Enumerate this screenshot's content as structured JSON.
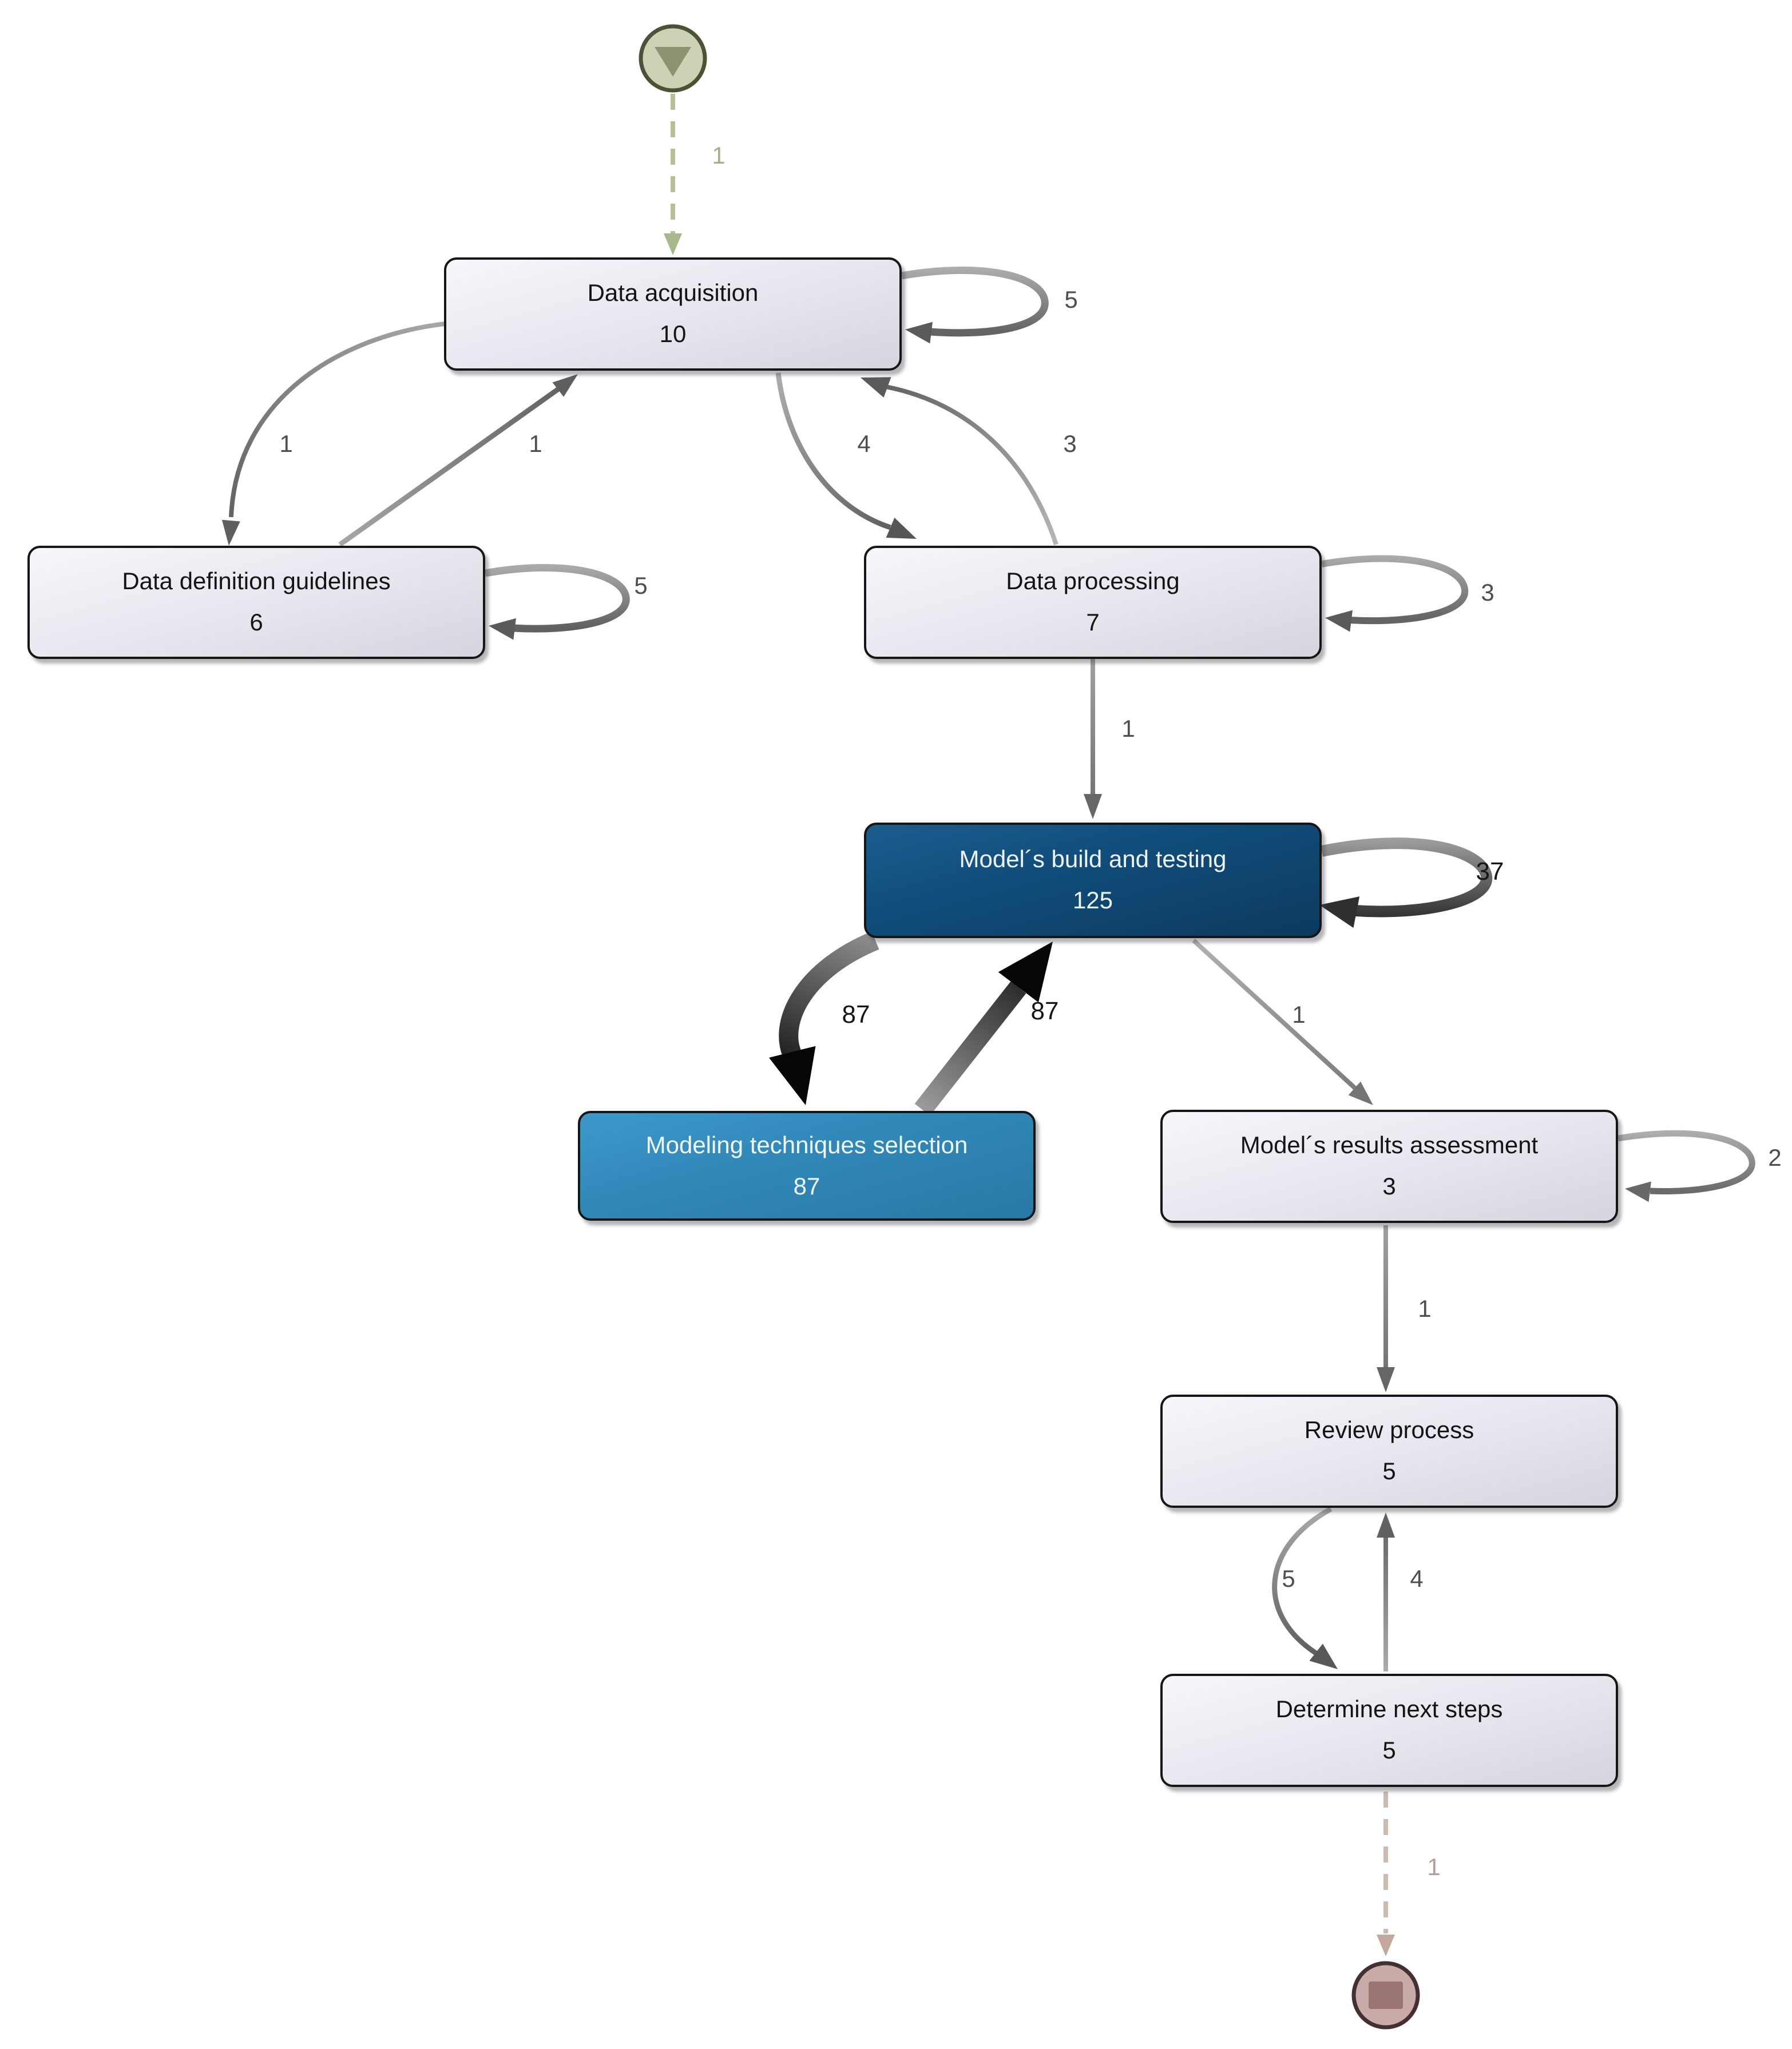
{
  "diagram": {
    "kind": "process-map",
    "start_marker_icon": "start-play-triangle-icon",
    "end_marker_icon": "end-stop-square-icon"
  },
  "nodes": [
    {
      "id": "data-acquisition",
      "label": "Data acquisition",
      "count": "10",
      "style": "default"
    },
    {
      "id": "data-definition-guidelines",
      "label": "Data definition guidelines",
      "count": "6",
      "style": "default"
    },
    {
      "id": "data-processing",
      "label": "Data processing",
      "count": "7",
      "style": "default"
    },
    {
      "id": "models-build-and-testing",
      "label": "Model´s build and testing",
      "count": "125",
      "style": "dark-blue"
    },
    {
      "id": "modeling-techniques-selection",
      "label": "Modeling techniques selection",
      "count": "87",
      "style": "mid-blue"
    },
    {
      "id": "models-results-assessment",
      "label": "Model´s results assessment",
      "count": "3",
      "style": "default"
    },
    {
      "id": "review-process",
      "label": "Review process",
      "count": "5",
      "style": "default"
    },
    {
      "id": "determine-next-steps",
      "label": "Determine next steps",
      "count": "5",
      "style": "default"
    }
  ],
  "edges": [
    {
      "from": "start",
      "to": "data-acquisition",
      "label": "1",
      "type": "start-dashed"
    },
    {
      "from": "data-acquisition",
      "to": "data-acquisition",
      "label": "5",
      "type": "self-loop"
    },
    {
      "from": "data-acquisition",
      "to": "data-definition-guidelines",
      "label": "1",
      "type": "normal"
    },
    {
      "from": "data-definition-guidelines",
      "to": "data-acquisition",
      "label": "1",
      "type": "normal"
    },
    {
      "from": "data-definition-guidelines",
      "to": "data-definition-guidelines",
      "label": "5",
      "type": "self-loop"
    },
    {
      "from": "data-acquisition",
      "to": "data-processing",
      "label": "4",
      "type": "normal"
    },
    {
      "from": "data-processing",
      "to": "data-acquisition",
      "label": "3",
      "type": "normal"
    },
    {
      "from": "data-processing",
      "to": "data-processing",
      "label": "3",
      "type": "self-loop"
    },
    {
      "from": "data-processing",
      "to": "models-build-and-testing",
      "label": "1",
      "type": "normal"
    },
    {
      "from": "models-build-and-testing",
      "to": "models-build-and-testing",
      "label": "37",
      "type": "self-loop"
    },
    {
      "from": "models-build-and-testing",
      "to": "modeling-techniques-selection",
      "label": "87",
      "type": "heavy"
    },
    {
      "from": "modeling-techniques-selection",
      "to": "models-build-and-testing",
      "label": "87",
      "type": "heavy"
    },
    {
      "from": "models-build-and-testing",
      "to": "models-results-assessment",
      "label": "1",
      "type": "normal"
    },
    {
      "from": "models-results-assessment",
      "to": "models-results-assessment",
      "label": "2",
      "type": "self-loop"
    },
    {
      "from": "models-results-assessment",
      "to": "review-process",
      "label": "1",
      "type": "normal"
    },
    {
      "from": "review-process",
      "to": "determine-next-steps",
      "label": "5",
      "type": "normal"
    },
    {
      "from": "determine-next-steps",
      "to": "review-process",
      "label": "4",
      "type": "normal"
    },
    {
      "from": "determine-next-steps",
      "to": "end",
      "label": "1",
      "type": "end-dashed"
    }
  ],
  "colors": {
    "node_default_fill": "#e9e7ef",
    "node_dark_blue": "#0f4873",
    "node_mid_blue": "#2f89ba",
    "node_border": "#161616",
    "start_marker_fill": "#ccd2b4",
    "start_marker_stroke": "#4b5336",
    "end_marker_fill": "#c9abaa",
    "end_marker_stroke": "#452f31",
    "edge_light_gray": "#a8a8a8",
    "edge_dark_gray": "#5a5a5a",
    "edge_heavy_black": "#0a0a0a",
    "label_gray": "#4e4e4e"
  }
}
